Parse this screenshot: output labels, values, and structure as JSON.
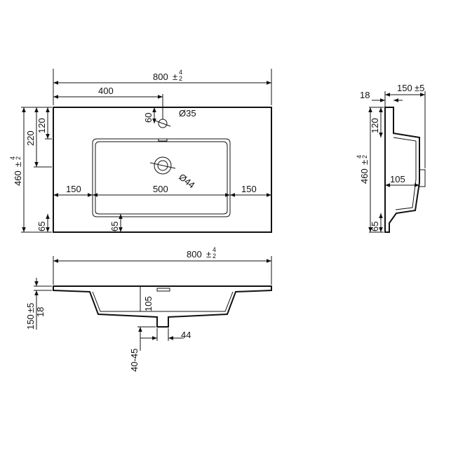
{
  "drawing": {
    "top_view": {
      "overall_width": "800",
      "overall_width_tol_upper": "4",
      "overall_width_tol_lower": "2",
      "tap_offset": "400",
      "tap_from_edge": "60",
      "tap_hole_diameter": "Ø35",
      "depth_total": "460",
      "depth_tol_upper": "4",
      "depth_tol_lower": "2",
      "bowl_from_back": "220",
      "back_to_bowl_top": "120",
      "drain_diameter": "Ø44",
      "left_margin": "150",
      "bowl_width": "500",
      "right_margin": "150",
      "front_margin_left": "65",
      "front_margin_inner": "65"
    },
    "side_view": {
      "depth_offset": "150",
      "depth_offset_tol": "±5",
      "rim_thickness": "18",
      "back_to_bowl": "120",
      "depth_total": "460",
      "depth_tol_upper": "4",
      "depth_tol_lower": "2",
      "drain_height": "105",
      "front_margin": "65"
    },
    "front_section": {
      "overall_width": "800",
      "overall_width_tol_upper": "4",
      "overall_width_tol_lower": "2",
      "height": "150",
      "height_tol": "±5",
      "rim_thickness": "18",
      "drain_height": "105",
      "drain_width": "44",
      "waste_length": "40-45"
    }
  }
}
